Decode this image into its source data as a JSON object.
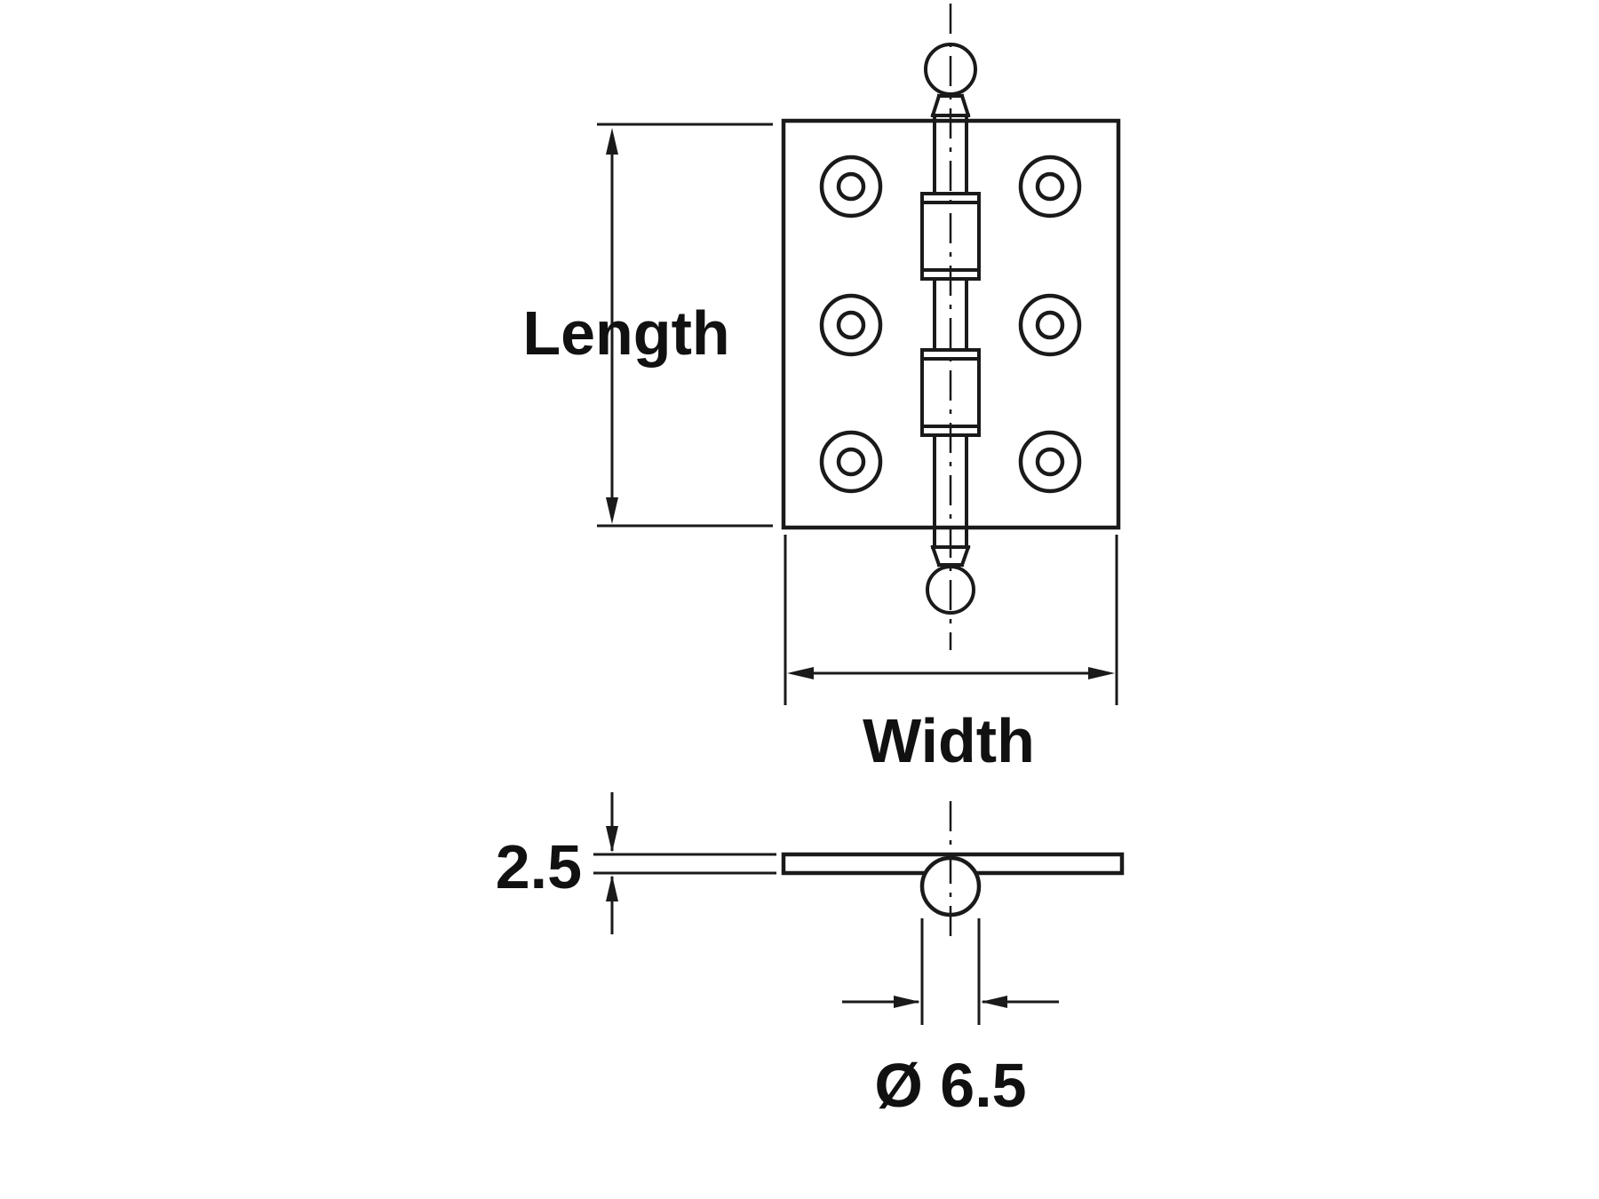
{
  "labels": {
    "length": "Length",
    "width": "Width",
    "thickness": "2.5",
    "pin_diameter": "Ø 6.5"
  },
  "colors": {
    "line": "#1a1a1a",
    "background": "#ffffff"
  }
}
